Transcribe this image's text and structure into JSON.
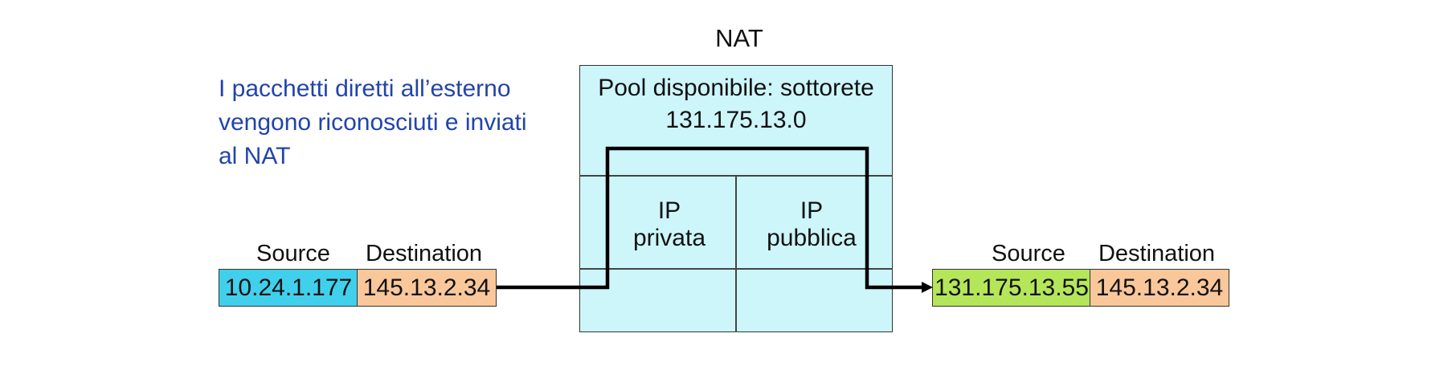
{
  "intro_text": [
    "I pacchetti diretti all’esterno",
    "vengono riconosciuti e inviati",
    "al NAT"
  ],
  "nat": {
    "title": "NAT",
    "pool_line1": "Pool disponibile: sottorete",
    "pool_line2": "131.175.13.0",
    "col_private": [
      "IP",
      "privata"
    ],
    "col_public": [
      "IP",
      "pubblica"
    ]
  },
  "packet_in": {
    "source_label": "Source",
    "destination_label": "Destination",
    "source_ip": "10.24.1.177",
    "destination_ip": "145.13.2.34"
  },
  "packet_out": {
    "source_label": "Source",
    "destination_label": "Destination",
    "source_ip": "131.175.13.55",
    "destination_ip": "145.13.2.34"
  },
  "colors": {
    "intro_text": "#2244aa",
    "nat_fill": "#cdf6fb",
    "source_in_fill": "#40d0ec",
    "destination_fill": "#f9c79a",
    "source_out_fill": "#b5e65a"
  }
}
